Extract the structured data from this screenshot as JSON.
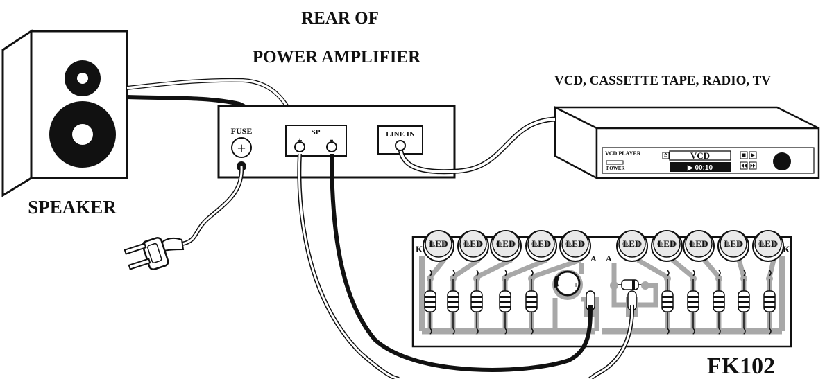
{
  "labels": {
    "amp_title_line1": "REAR OF",
    "amp_title_line2": "POWER AMPLIFIER",
    "source_title": "VCD, CASSETTE TAPE, RADIO, TV",
    "speaker": "SPEAKER",
    "board": "FK102"
  },
  "amplifier": {
    "fuse_label": "FUSE",
    "fuse_symbol": "+",
    "sp_label": "SP",
    "sp_plus": "+",
    "sp_minus": "-",
    "line_in_label": "LINE IN"
  },
  "vcd_player": {
    "brand": "VCD PLAYER",
    "power": "POWER",
    "display_text": "VCD",
    "time_text": "▶ 00:10"
  },
  "board": {
    "led_label": "LED",
    "pin_k": "K",
    "pin_a": "A",
    "cap_plus": "+"
  },
  "colors": {
    "ink": "#111111",
    "track": "#a8a8a8",
    "track_dark": "#7a7a7a",
    "board": "#ffffff",
    "led_fill": "#e9e9e9"
  },
  "icons": {
    "speaker": "speaker-icon",
    "plug": "power-plug-icon",
    "fuse": "fuse-icon"
  }
}
